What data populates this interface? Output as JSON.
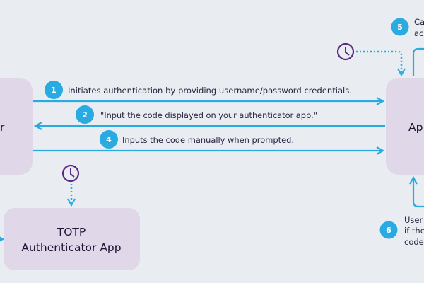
{
  "colors": {
    "background": "#e9edf1",
    "box": "#e0d7e8",
    "arrow": "#29abe2",
    "badge": "#29abe2",
    "clock": "#5b2a86",
    "text": "#2a2240"
  },
  "nodes": {
    "user": {
      "label": "r"
    },
    "app": {
      "label": "Ap"
    },
    "totp": {
      "line1": "TOTP",
      "line2": "Authenticator App"
    }
  },
  "steps": [
    {
      "num": "1",
      "text": "Initiates authentication by providing username/password credentials."
    },
    {
      "num": "2",
      "text": "\"Input the code displayed on your authenticator app.\""
    },
    {
      "num": "4",
      "text": "Inputs the code manually when prompted."
    },
    {
      "num": "5",
      "line1": "Ca",
      "line2": "ac"
    },
    {
      "num": "6",
      "line1": "User",
      "line2": "if the",
      "line3": "code"
    }
  ],
  "icons": [
    "clock-icon",
    "clock-icon"
  ]
}
